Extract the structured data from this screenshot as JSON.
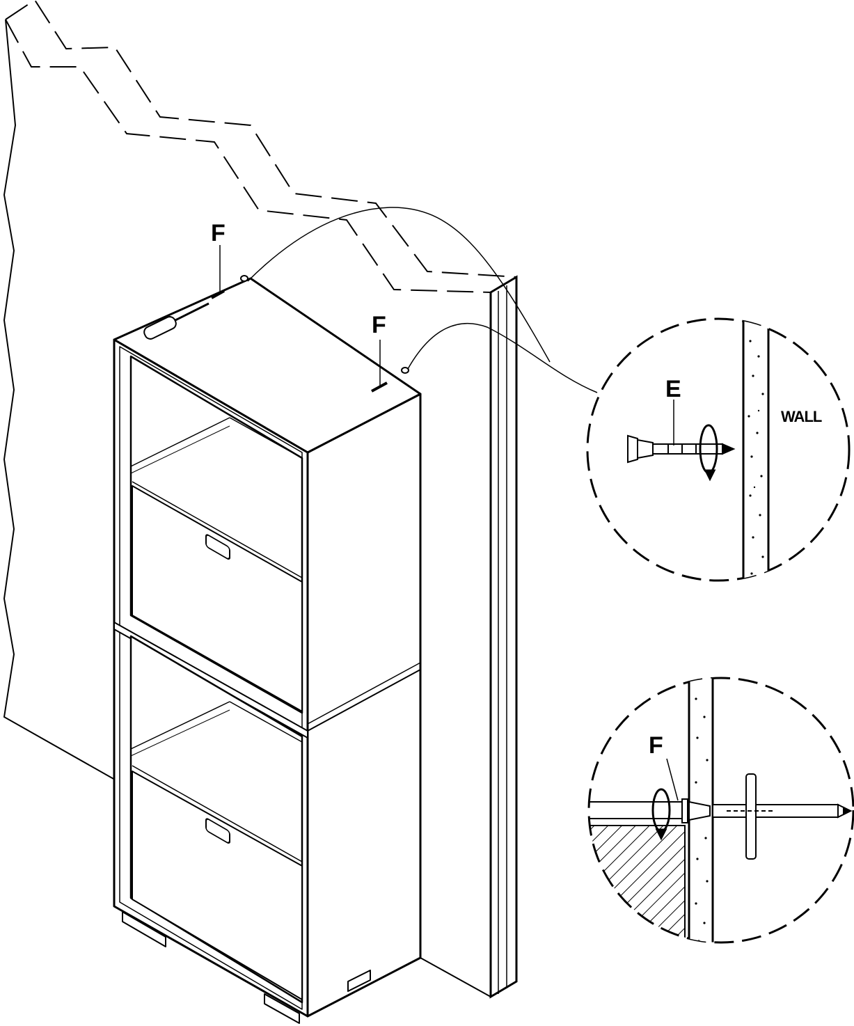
{
  "labels": {
    "fastener_top_left": "F",
    "fastener_top_right": "F",
    "anchor_detail": "E",
    "wall": "WALL",
    "fastener_detail": "F"
  },
  "colors": {
    "line": "#000000",
    "background": "#ffffff"
  },
  "icons": [
    "screwdriver-icon",
    "screw-icon",
    "wall-anchor-icon",
    "rotate-arrow-icon",
    "toggle-bolt-icon"
  ]
}
